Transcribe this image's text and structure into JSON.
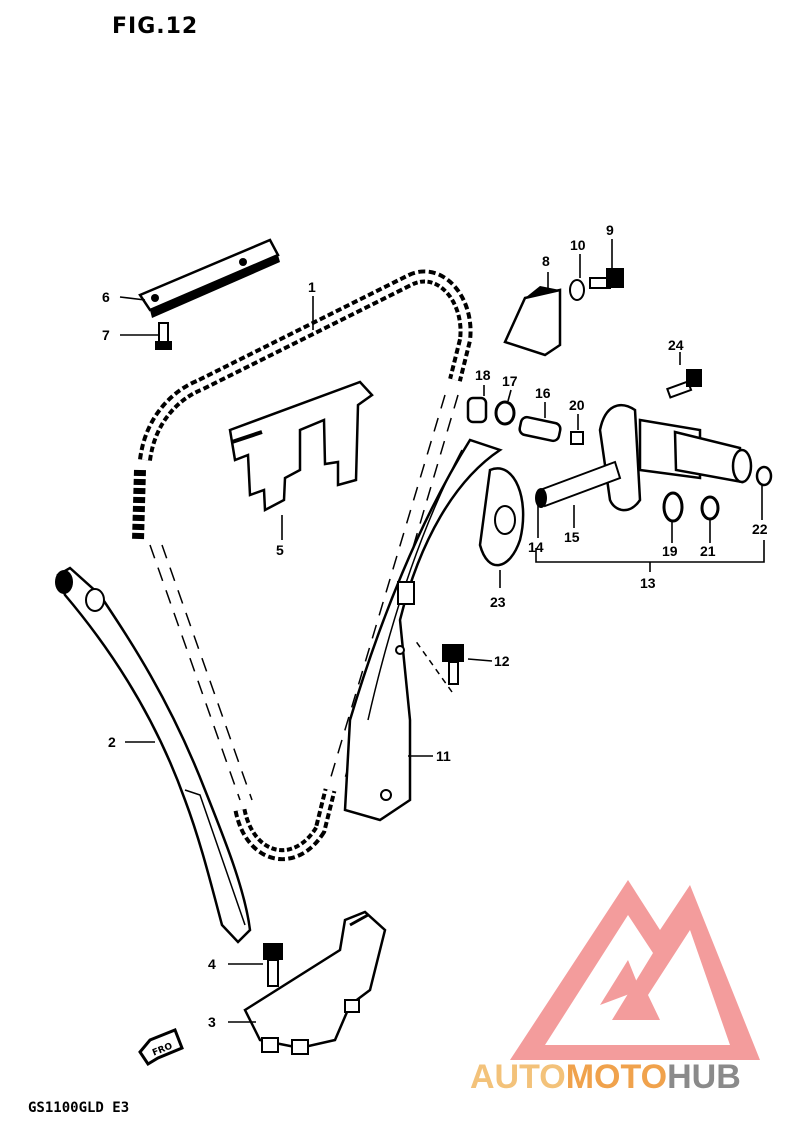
{
  "figure": {
    "title": "FIG.12",
    "model": "GS1100GLD E3"
  },
  "callouts": [
    "1",
    "2",
    "3",
    "4",
    "5",
    "6",
    "7",
    "8",
    "9",
    "10",
    "11",
    "12",
    "13",
    "14",
    "15",
    "16",
    "17",
    "18",
    "19",
    "20",
    "21",
    "22",
    "23",
    "24"
  ],
  "front_arrow_label": "FRO",
  "watermark": {
    "part1": "AUTO",
    "part2": "MOTO",
    "part3": "HUB",
    "colors": [
      "#f3c27a",
      "#f0a24c",
      "#8a8a8a",
      "#f28b8b"
    ]
  }
}
